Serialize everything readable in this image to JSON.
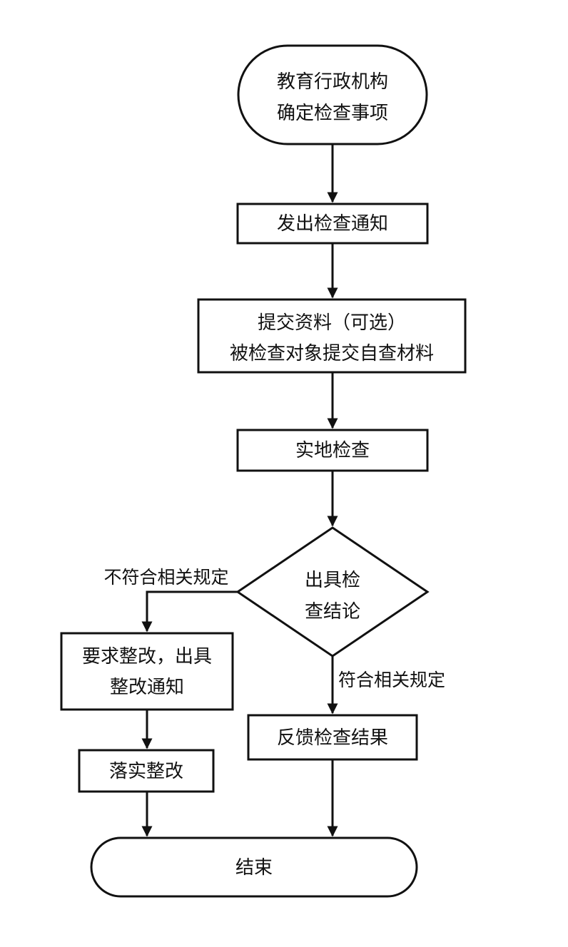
{
  "nodes": {
    "start": {
      "line1": "教育行政机构",
      "line2": "确定检查事项"
    },
    "notice": {
      "label": "发出检查通知"
    },
    "submit": {
      "line1": "提交资料（可选）",
      "line2": "被检查对象提交自查材料"
    },
    "onsite": {
      "label": "实地检查"
    },
    "decision": {
      "line1": "出具检",
      "line2": "查结论"
    },
    "rectify_notice": {
      "line1": "要求整改，出具",
      "line2": "整改通知"
    },
    "implement": {
      "label": "落实整改"
    },
    "feedback": {
      "label": "反馈检查结果"
    },
    "end": {
      "label": "结束"
    }
  },
  "edges": {
    "noncompliant_label": "不符合相关规定",
    "compliant_label": "符合相关规定"
  }
}
